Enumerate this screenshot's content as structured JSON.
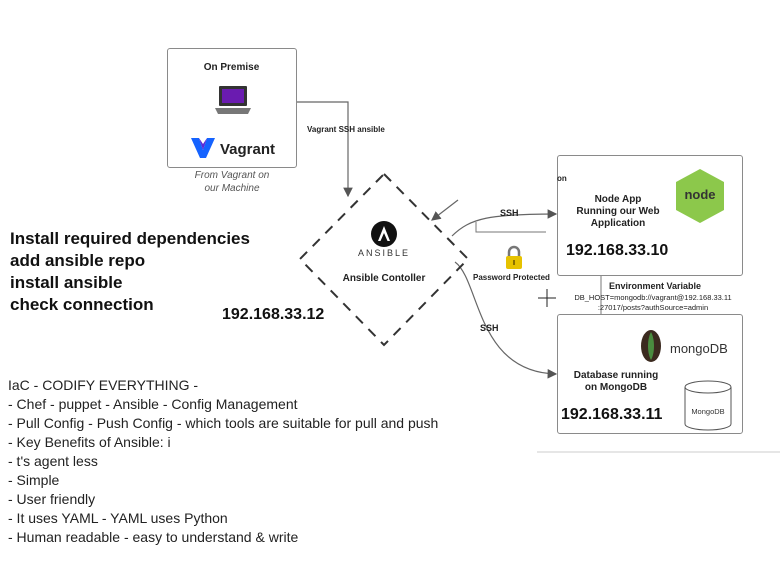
{
  "on_premise": {
    "title": "On Premise",
    "vagrant_label": "Vagrant",
    "caption_line1": "From Vagrant on",
    "caption_line2": "our Machine",
    "edge_label": "Vagrant SSH ansible"
  },
  "controller": {
    "ansible_word": "ANSIBLE",
    "label": "Ansible Contoller",
    "ip": "192.168.33.12"
  },
  "connections": {
    "ssh_top": "SSH",
    "ssh_bottom": "SSH",
    "password": "Password Protected"
  },
  "node_app": {
    "fragment": "on",
    "title_line1": "Node App",
    "title_line2": "Running our Web",
    "title_line3": "Application",
    "logo_text": "node",
    "ip": "192.168.33.10"
  },
  "env": {
    "title": "Environment Variable",
    "line1": "DB_HOST=mongodb://vagrant@192.168.33.11",
    "line2": ":27017/posts?authSource=admin"
  },
  "database": {
    "logo_text": "mongoDB",
    "title_line1": "Database running",
    "title_line2": "on MongoDB",
    "ip": "192.168.33.11",
    "cylinder_label": "MongoDB"
  },
  "steps": [
    "Install required dependencies",
    "add ansible repo",
    "install ansible",
    "check connection"
  ],
  "notes": [
    "IaC - CODIFY EVERYTHING -",
    "- Chef - puppet - Ansible - Config Management",
    "- Pull Config - Push Config - which tools are suitable for pull and push",
    "- Key Benefits of Ansible: i",
    "- t's agent less",
    "- Simple",
    "- User friendly",
    "- It uses YAML - YAML uses Python",
    "- Human readable - easy to understand & write"
  ],
  "colors": {
    "vagrant_purple": "#1563ff",
    "node_green": "#8cc84b",
    "mongo_green": "#4a8c3f",
    "lock_yellow": "#e6c200"
  }
}
